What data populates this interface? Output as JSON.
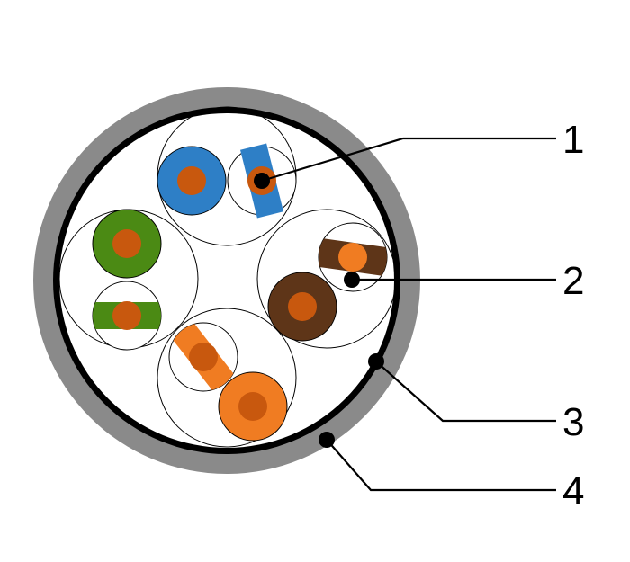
{
  "callouts": [
    {
      "id": "1",
      "label": "1"
    },
    {
      "id": "2",
      "label": "2"
    },
    {
      "id": "3",
      "label": "3"
    },
    {
      "id": "4",
      "label": "4"
    }
  ],
  "colors": {
    "jacket": "#8a8a8a",
    "shield": "#000000",
    "copper": "#c8580e",
    "blue": "#2e7fc6",
    "green": "#4b8a14",
    "brown": "#5e3518",
    "orange": "#f07c22"
  }
}
